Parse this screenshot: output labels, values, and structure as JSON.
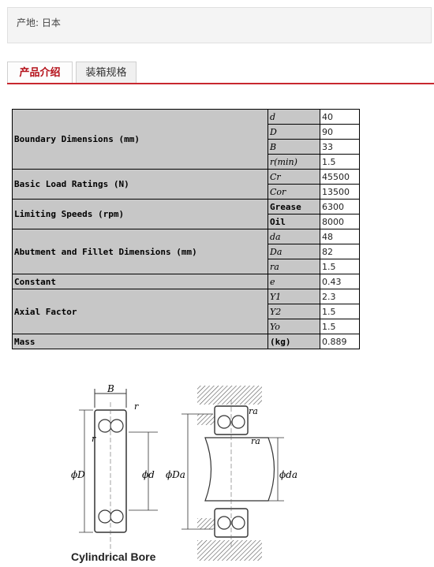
{
  "origin": {
    "text": "产地: 日本"
  },
  "tabs": [
    {
      "label": "产品介绍"
    },
    {
      "label": "装箱规格"
    }
  ],
  "spec_rows": [
    {
      "group": "Boundary Dimensions (mm)",
      "symbol": "d",
      "value": "40"
    },
    {
      "symbol": "D",
      "value": "90"
    },
    {
      "symbol": "B",
      "value": "33"
    },
    {
      "symbol": "r(min)",
      "value": "1.5"
    },
    {
      "group": "Basic Load Ratings (N)",
      "symbol": "Cr",
      "value": "45500"
    },
    {
      "symbol": "Cor",
      "value": "13500"
    },
    {
      "group": "Limiting Speeds (rpm)",
      "symbol": "Grease",
      "value": "6300"
    },
    {
      "symbol": "Oil",
      "value": "8000"
    },
    {
      "group": "Abutment and Fillet Dimensions (mm)",
      "symbol": "da",
      "value": "48"
    },
    {
      "symbol": "Da",
      "value": "82"
    },
    {
      "symbol": "ra",
      "value": "1.5"
    },
    {
      "group": "Constant",
      "symbol": "e",
      "value": "0.43"
    },
    {
      "group": "Axial Factor",
      "symbol": "Y1",
      "value": "2.3"
    },
    {
      "symbol": "Y2",
      "value": "1.5"
    },
    {
      "symbol": "Yo",
      "value": "1.5"
    },
    {
      "group": "Mass",
      "symbol": "(kg)",
      "value": "0.889"
    }
  ],
  "diagram": {
    "caption": "Cylindrical Bore",
    "labels": {
      "B": "B",
      "r1": "r",
      "r2": "r",
      "phiD": "ϕD",
      "phid": "ϕd",
      "ra1": "ra",
      "ra2": "ra",
      "phiDa": "ϕDa",
      "phida": "ϕda"
    }
  }
}
